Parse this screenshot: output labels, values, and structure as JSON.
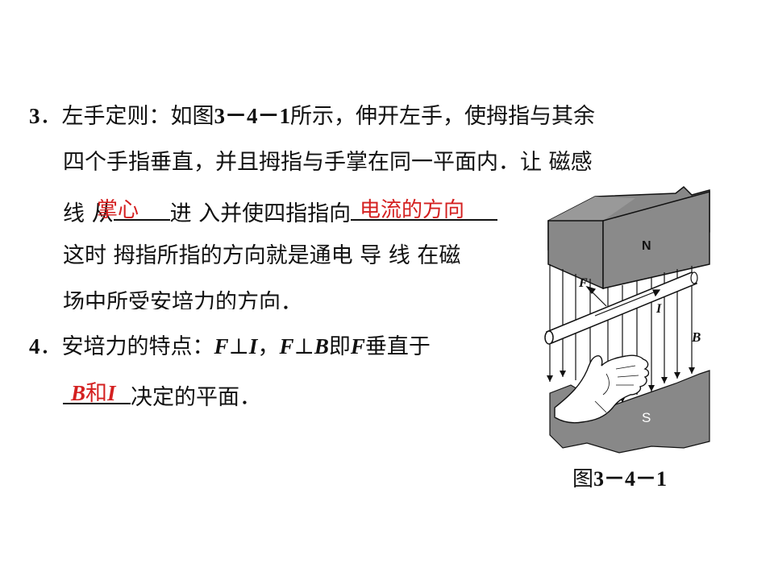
{
  "item3": {
    "number": "3",
    "line1_a": "．左手定则：如图",
    "fig_ref": "3－4－1",
    "line1_b": "所示，伸开左手，使拇指与其余",
    "line2": "四个手指垂直，并且拇指与手掌在同一平面内．让 磁感",
    "line3_a": "线 从",
    "answer1": "掌心",
    "line3_b": "进 入并使四指指向",
    "answer2": "电流的方向",
    "line3_c": "，",
    "line4": "这时 拇指所指的方向就是通电 导 线 在磁",
    "line5": "场中所受安培力的方向．"
  },
  "item4": {
    "number": "4",
    "line1_a": "．安培力的特点：",
    "sym_F1": "F",
    "perp1": "⊥",
    "sym_I": "I",
    "comma": "，",
    "sym_F2": "F",
    "perp2": "⊥",
    "sym_B": "B",
    "line1_b": "即",
    "sym_F3": "F",
    "line1_c": "垂直于",
    "answer_B": "B",
    "answer_he": "和",
    "answer_I": "I",
    "line2_b": "决定的平面．"
  },
  "figure": {
    "label_N": "N",
    "label_S": "S",
    "label_F": "F",
    "label_I": "I",
    "label_B": "B",
    "caption_prefix": "图",
    "caption_num": "3－4－1"
  }
}
